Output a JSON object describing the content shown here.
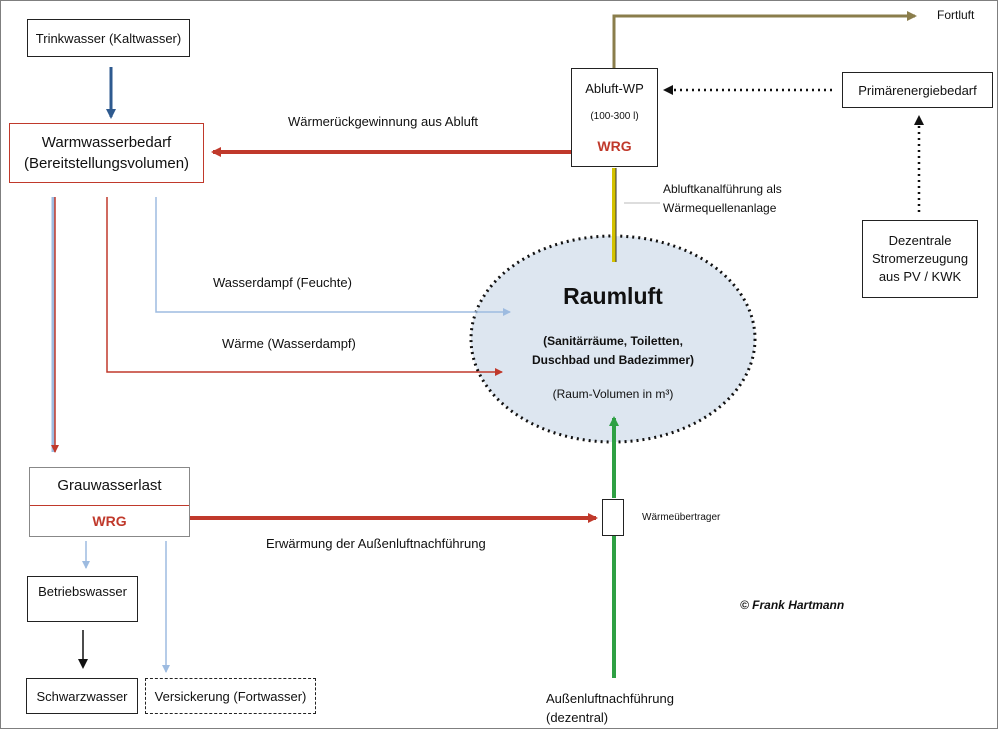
{
  "boxes": {
    "trinkwasser": "Trinkwasser (Kaltwasser)",
    "warmwasser_line1": "Warmwasserbedarf",
    "warmwasser_line2": "(Bereitstellungsvolumen)",
    "abluft_title": "Abluft-WP",
    "abluft_volume": "(100-300 l)",
    "abluft_wrg": "WRG",
    "primaer": "Primärenergiebedarf",
    "dezentral_line1": "Dezentrale",
    "dezentral_line2": "Stromerzeugung",
    "dezentral_line3": "aus PV / KWK",
    "grauwasser_title": "Grauwasserlast",
    "grauwasser_wrg": "WRG",
    "betriebswasser": "Betriebswasser",
    "schwarzwasser": "Schwarzwasser",
    "versickerung": "Versickerung (Fortwasser)",
    "waermeuebertrager": "Wärmeübertrager"
  },
  "raumluft": {
    "title": "Raumluft",
    "sub_line1": "(Sanitärräume, Toiletten,",
    "sub_line2": "Duschbad und Badezimmer)",
    "volume": "(Raum-Volumen in m³)"
  },
  "labels": {
    "fortluft": "Fortluft",
    "wrg_abluft": "Wärmerückgewinnung aus Abluft",
    "abluftkanal_line1": "Abluftkanalführung als",
    "abluftkanal_line2": "Wärmequellenanlage",
    "wasserdampf": "Wasserdampf (Feuchte)",
    "waerme": "Wärme (Wasserdampf)",
    "erwaermung": "Erwärmung der Außenluftnachführung",
    "aussenluft_line1": "Außenluftnachführung",
    "aussenluft_line2": "(dezentral)",
    "copyright": "©  Frank Hartmann"
  },
  "colors": {
    "heat_red": "#c0392b",
    "water_blue": "#2e5a8f",
    "light_blue": "#9dbbe0",
    "olive": "#8a7d4b",
    "green": "#2ea043",
    "yellow": "#d4c200",
    "ellipse_fill": "#dde6f0"
  }
}
